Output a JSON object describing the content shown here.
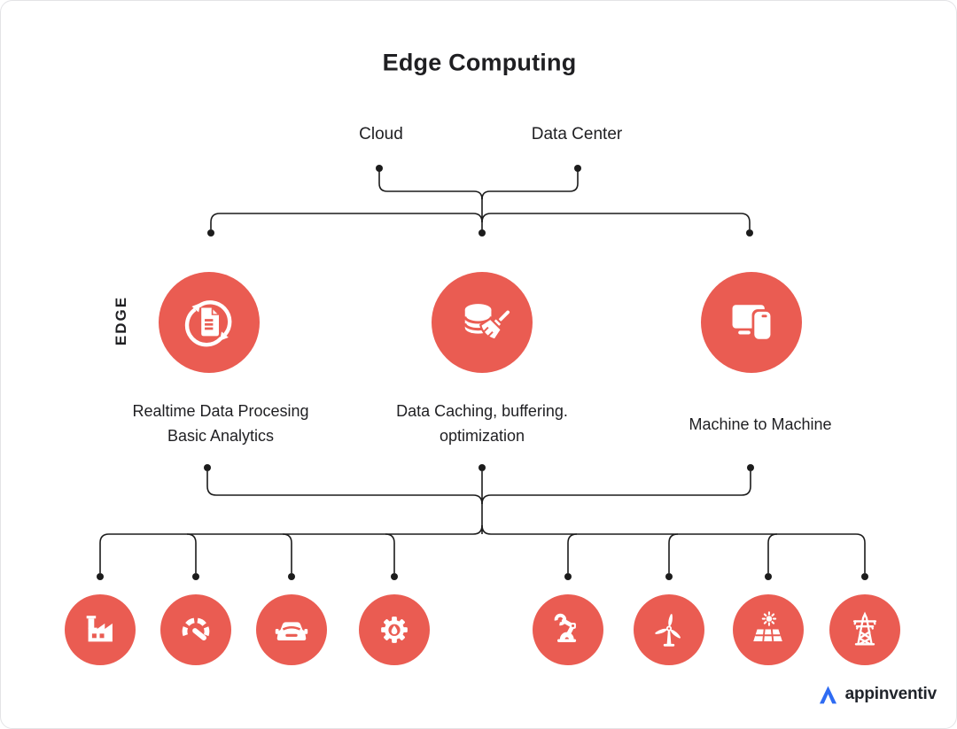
{
  "title": "Edge Computing",
  "cloud_layer": {
    "nodes": [
      {
        "label": "Cloud"
      },
      {
        "label": "Data Center"
      }
    ]
  },
  "edge_layer": {
    "side_label": "EDGE",
    "nodes": [
      {
        "icon": "document-sync-icon",
        "lines": [
          "Realtime Data Procesing",
          "Basic Analytics"
        ]
      },
      {
        "icon": "database-cleanup-icon",
        "lines": [
          "Data Caching, buffering.",
          "optimization"
        ]
      },
      {
        "icon": "desktop-mobile-icon",
        "lines": [
          "Machine to Machine"
        ]
      }
    ]
  },
  "device_layer": {
    "icons": [
      "factory-icon",
      "speedometer-icon",
      "car-icon",
      "gear-droplet-icon",
      "robot-arm-icon",
      "wind-turbine-icon",
      "solar-panel-icon",
      "transmission-tower-icon"
    ]
  },
  "logo": {
    "brand": "appinventiv",
    "mark": "appinventiv-a-icon"
  },
  "colors": {
    "accent_red": "#EA5C52",
    "line_black": "#1C1C1C",
    "text_black": "#1F1F22",
    "logo_blue": "#2E6BF3",
    "logo_text": "#20242B",
    "border_gray": "#E3E3E6"
  }
}
